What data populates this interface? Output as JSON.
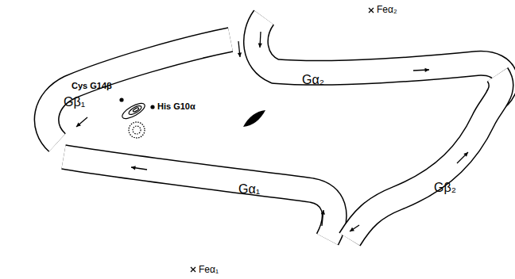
{
  "diagram": {
    "nodes": [
      {
        "text": [
          "Gβ₁"
        ]
      },
      {
        "text": [
          "Gα₁"
        ]
      },
      {
        "text": [
          "Gα₂"
        ]
      },
      {
        "text": [
          "Gβ₂"
        ]
      }
    ],
    "labels": [
      "Feα₂",
      "Cys G14β",
      "His G10α",
      "Feα₁"
    ]
  }
}
